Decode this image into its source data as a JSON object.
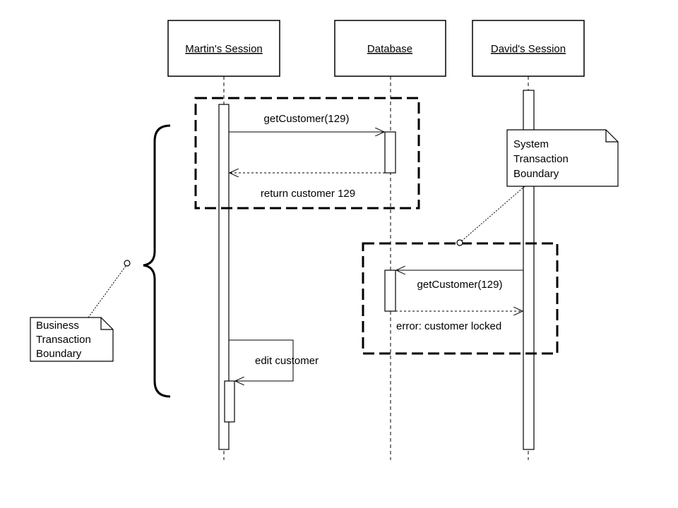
{
  "lifelines": {
    "martin": {
      "label": "Martin's Session"
    },
    "database": {
      "label": "Database"
    },
    "david": {
      "label": "David's Session"
    }
  },
  "messages": {
    "get_customer_1": "getCustomer(129)",
    "return_customer": "return customer 129",
    "edit_customer": "edit customer",
    "get_customer_2": "getCustomer(129)",
    "error_locked": "error: customer locked"
  },
  "notes": {
    "system_boundary": [
      "System",
      "Transaction",
      "Boundary"
    ],
    "business_boundary": [
      "Business",
      "Transaction",
      "Boundary"
    ]
  },
  "colors": {
    "line": "#000000",
    "background": "#ffffff"
  }
}
